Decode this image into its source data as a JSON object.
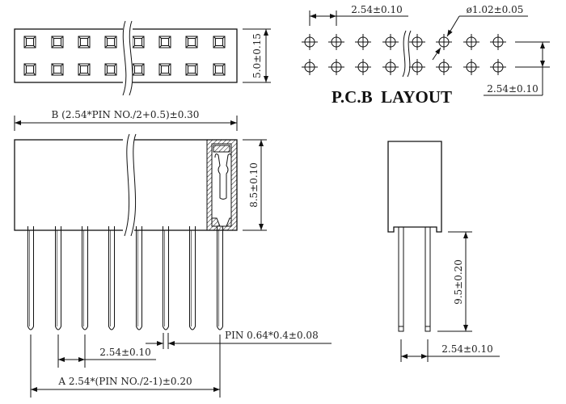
{
  "top_view": {
    "height_dim": "5.0±0.15",
    "width_dim": "B (2.54*PIN NO./2+0.5)±0.30"
  },
  "pcb_layout": {
    "title": "P.C.B  LAYOUT",
    "pitch_dim_horizontal": "2.54±0.10",
    "hole_dim": "ø1.02±0.05",
    "pitch_dim_vertical": "2.54±0.10"
  },
  "front_view": {
    "height_dim": "8.5±0.10",
    "pitch_dim": "2.54±0.10",
    "pin_dim": "PIN 0.64*0.4±0.08",
    "span_dim": "A 2.54*(PIN NO./2-1)±0.20"
  },
  "side_view": {
    "pin_length_dim": "9.5±0.20",
    "row_pitch_dim": "2.54±0.10"
  },
  "colors": {
    "line": "#111111",
    "background": "#ffffff"
  }
}
